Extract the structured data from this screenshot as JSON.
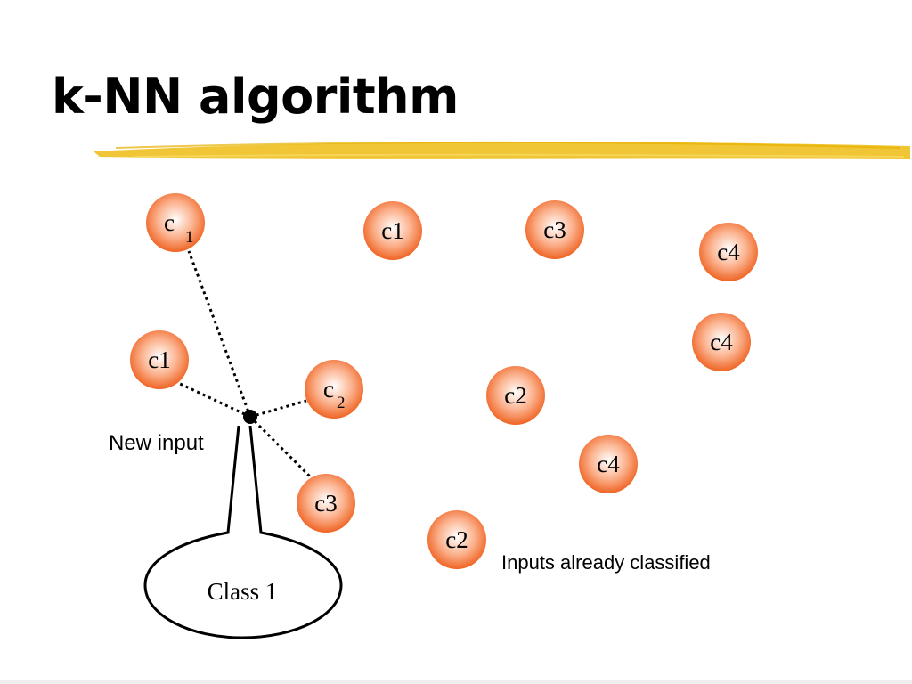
{
  "slide": {
    "title": "k-NN algorithm",
    "accent_color": "#f0c020",
    "node_color": "#f06a30"
  },
  "nodes": [
    {
      "id": "n1",
      "label": "c",
      "sub": "1"
    },
    {
      "id": "n2",
      "label": "c1"
    },
    {
      "id": "n3",
      "label": "c3"
    },
    {
      "id": "n4",
      "label": "c4"
    },
    {
      "id": "n5",
      "label": "c4"
    },
    {
      "id": "n6",
      "label": "c1"
    },
    {
      "id": "n7",
      "label": "c",
      "sub": "2"
    },
    {
      "id": "n8",
      "label": "c2"
    },
    {
      "id": "n9",
      "label": "c4"
    },
    {
      "id": "n10",
      "label": "c3"
    },
    {
      "id": "n11",
      "label": "c2"
    }
  ],
  "labels": {
    "new_input": "New input",
    "already_classified": "Inputs already classified",
    "class_callout": "Class 1"
  }
}
